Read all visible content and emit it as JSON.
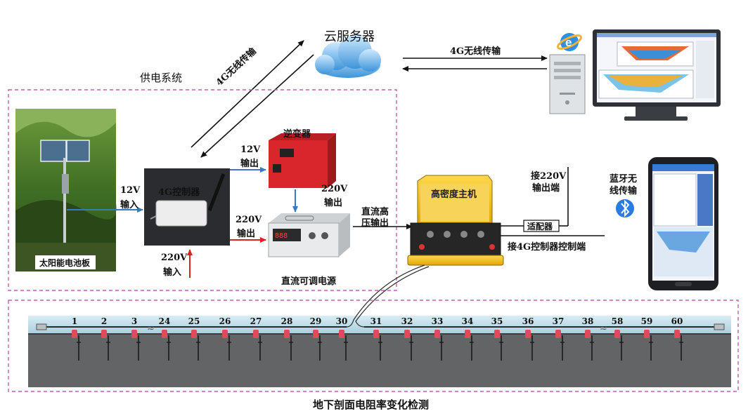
{
  "cloud_server": "云服务器",
  "power_system": "供电系统",
  "link_cloud_pc": "4G无线传输",
  "link_cloud_ctrl": "4G无线传输",
  "solar_panel": "太阳能电池板",
  "inverter": "逆变器",
  "controller": "4G控制器",
  "dc_power": "直流可调电源",
  "host": "高密度主机",
  "adapter": "适配器",
  "in_12v_a": "12V",
  "in_12v_b": "输入",
  "out_12v_a": "12V",
  "out_12v_b": "输出",
  "out_220v_inv_a": "220V",
  "out_220v_inv_b": "输出",
  "out_220v_a": "220V",
  "out_220v_b": "输出",
  "in_220v_a": "220V",
  "in_220v_b": "输入",
  "dc_hv_a": "直流高",
  "dc_hv_b": "压输出",
  "ac_out_a": "接220V",
  "ac_out_b": "输出端",
  "ctrl_port": "接4G控制器控制端",
  "bt_a": "蓝牙无",
  "bt_b": "线传输",
  "bottom_caption": "地下剖面电阻率变化检测",
  "electrodes": [
    "1",
    "2",
    "3",
    "24",
    "25",
    "26",
    "27",
    "28",
    "29",
    "30",
    "31",
    "32",
    "33",
    "34",
    "35",
    "36",
    "37",
    "38",
    "58",
    "59",
    "60"
  ],
  "colors": {
    "dashed_border": "#c060b0",
    "arrow_blue": "#3a78c2",
    "arrow_red": "#e02020",
    "host_yellow": "#f2c21a",
    "inverter_red": "#d8262c"
  }
}
